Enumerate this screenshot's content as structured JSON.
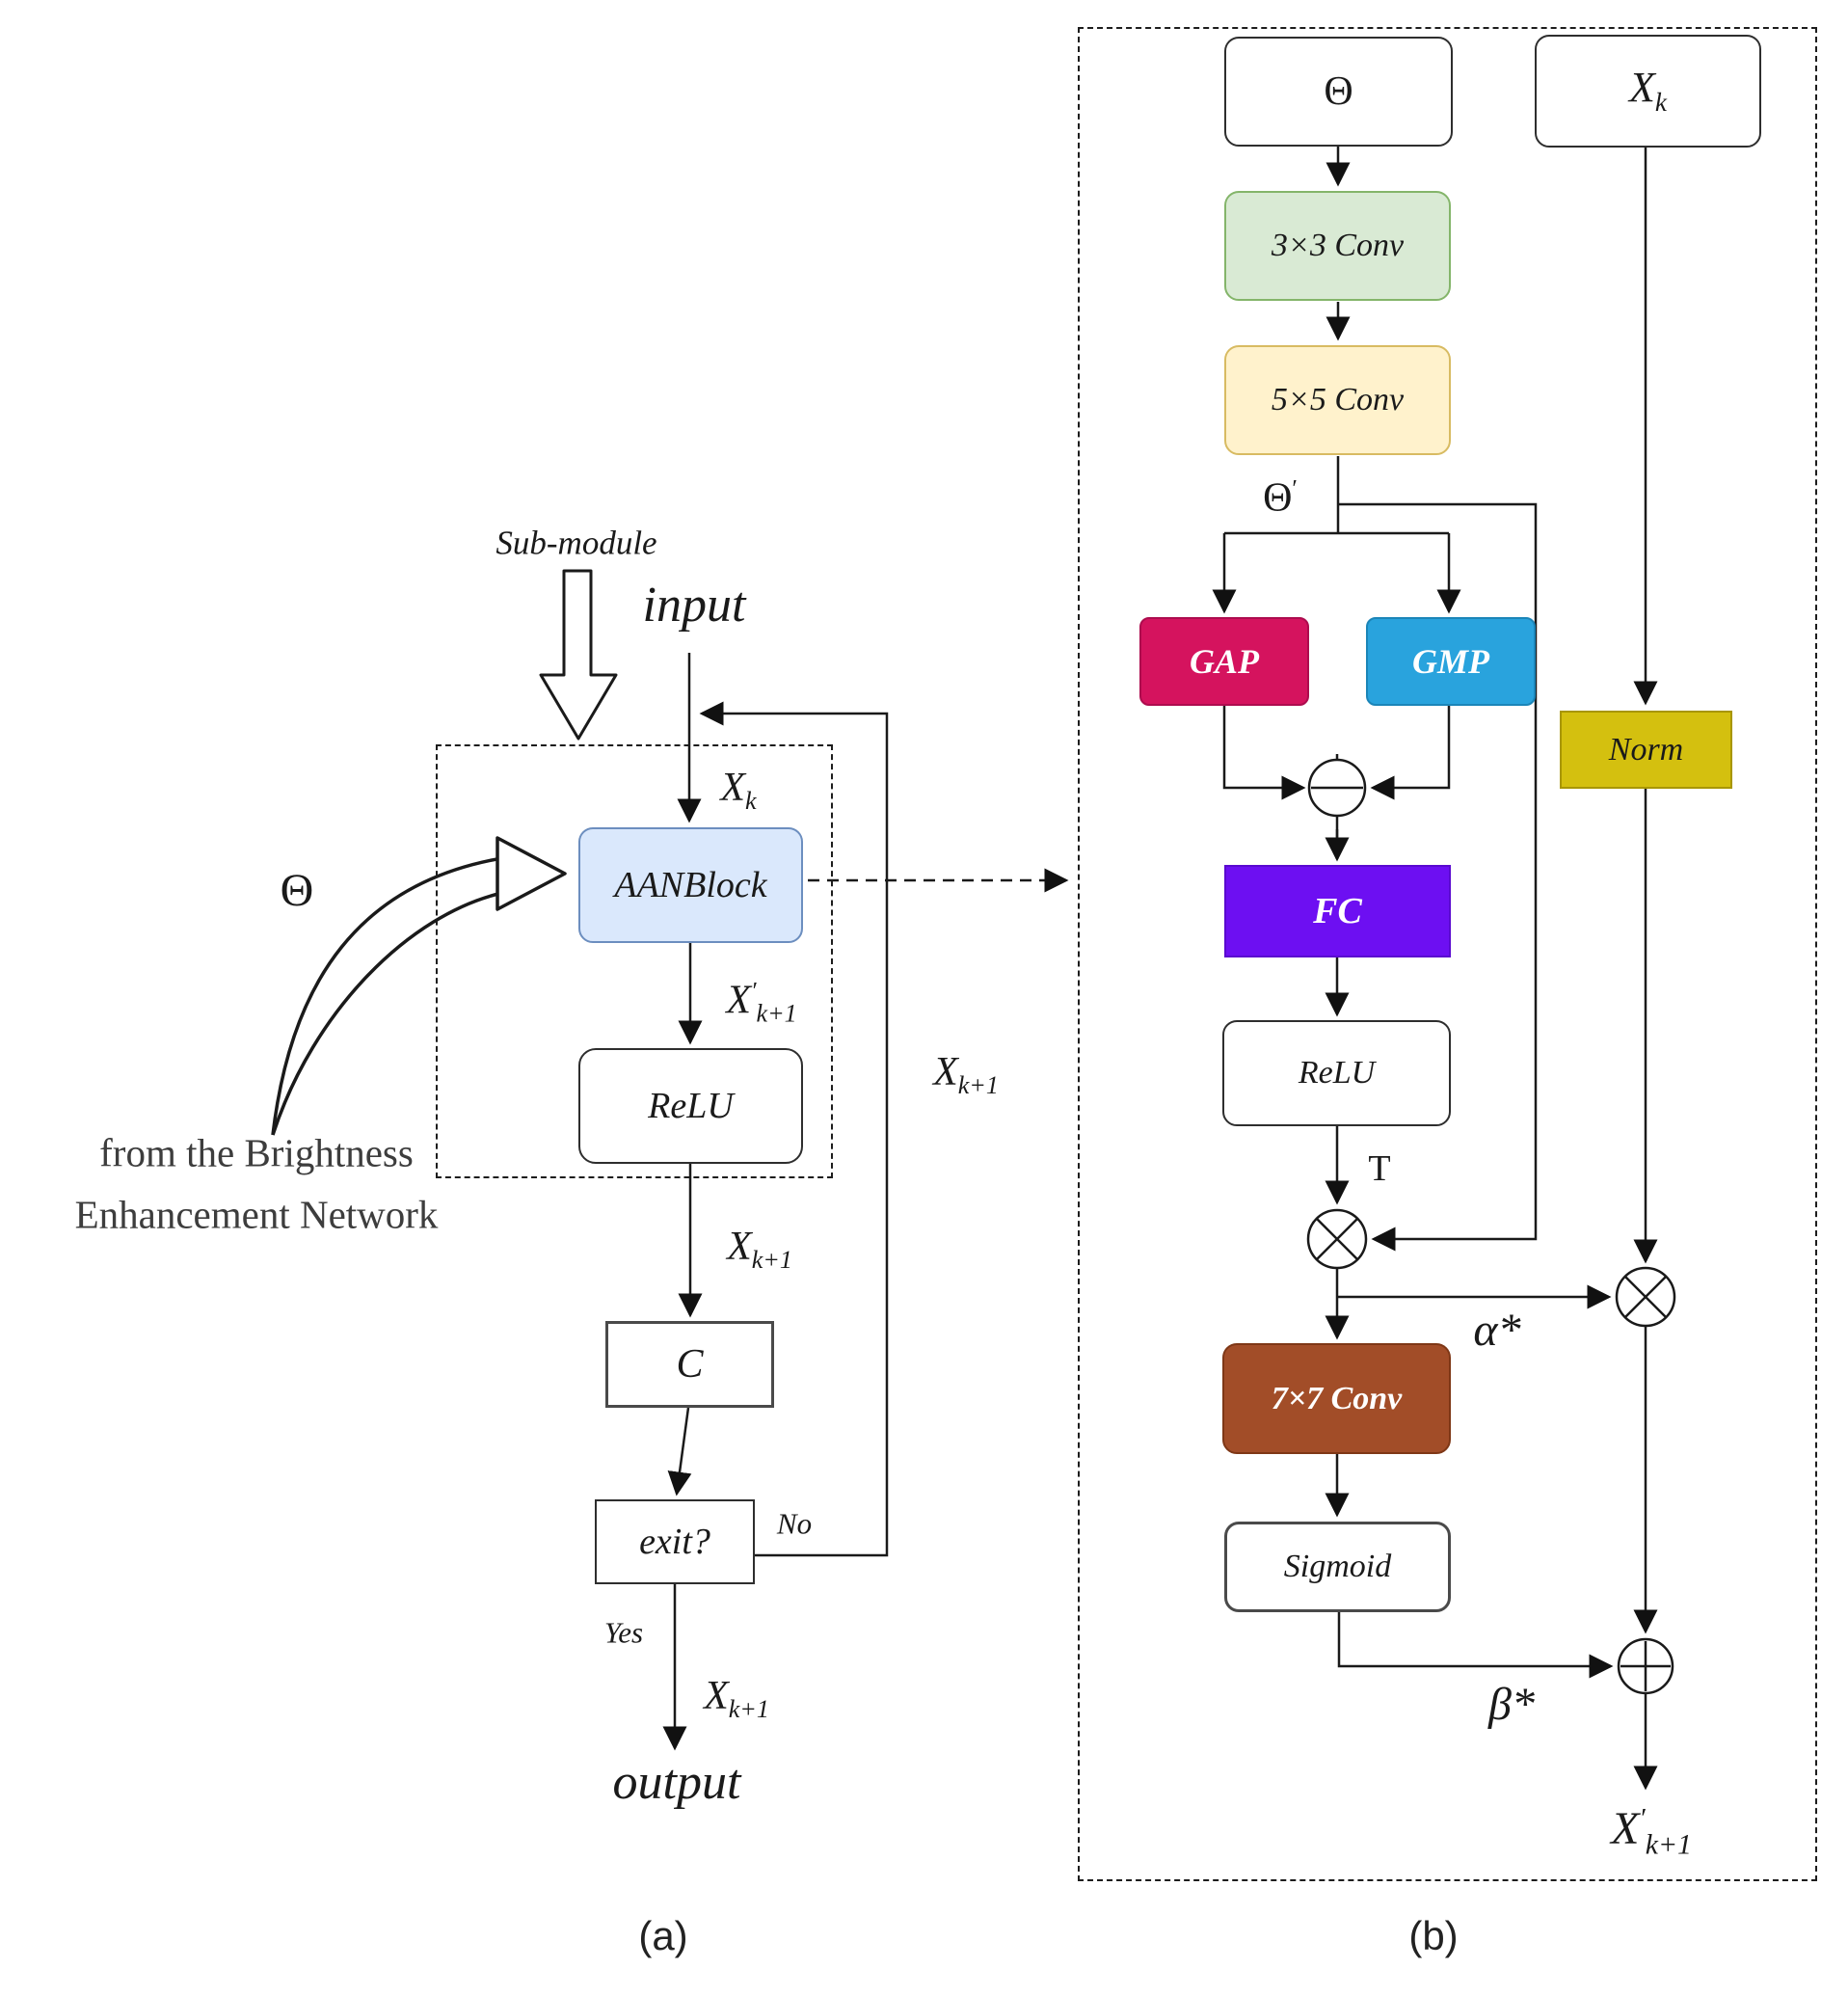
{
  "panel_a": {
    "caption": "(a)",
    "submodule_label": "Sub-module",
    "input_label": "input",
    "output_label": "output",
    "theta_label": "Θ",
    "note_line1": "from the Brightness",
    "note_line2": "Enhancement Network",
    "no_label": "No",
    "yes_label": "Yes",
    "blocks": {
      "aan": "AANBlock",
      "relu": "ReLU",
      "concat": "C",
      "exit": "exit?"
    },
    "vars": {
      "xk": {
        "base": "X",
        "sub": "k"
      },
      "xk1_prime": {
        "base": "X",
        "prime": "′",
        "sub": "k+1"
      },
      "xk1": {
        "base": "X",
        "sub": "k+1"
      },
      "xk1_loop": {
        "base": "X",
        "sub": "k+1"
      },
      "xk1_out": {
        "base": "X",
        "sub": "k+1"
      }
    }
  },
  "panel_b": {
    "caption": "(b)",
    "blocks": {
      "theta": "Θ",
      "conv33": "3×3 Conv",
      "conv55": "5×5 Conv",
      "gap": "GAP",
      "gmp": "GMP",
      "fc": "FC",
      "relu": "ReLU",
      "norm": "Norm",
      "conv77": "7×7 Conv",
      "sigmoid": "Sigmoid"
    },
    "vars": {
      "xk": {
        "base": "X",
        "sub": "k"
      },
      "theta_prime": {
        "base": "Θ",
        "prime": "′"
      },
      "t": "T",
      "alpha": "α*",
      "beta": "β*",
      "xk1_prime": {
        "base": "X",
        "prime": "′",
        "sub": "k+1"
      }
    }
  },
  "colors": {
    "aan_fill": "#dae8fc",
    "aan_border": "#6c8ebf",
    "conv33_fill": "#d9ead4",
    "conv33_border": "#84b56a",
    "conv55_fill": "#fff2cc",
    "conv55_border": "#d8bb62",
    "gap_fill": "#d5135e",
    "gap_border": "#ad0c4e",
    "gmp_fill": "#29a3dd",
    "gmp_border": "#1b85b8",
    "fc_fill": "#6d0ff2",
    "fc_border": "#5a0ad0",
    "norm_fill": "#d4c00f",
    "norm_border": "#a89600",
    "conv77_fill": "#a24d28",
    "conv77_border": "#7e3716"
  }
}
